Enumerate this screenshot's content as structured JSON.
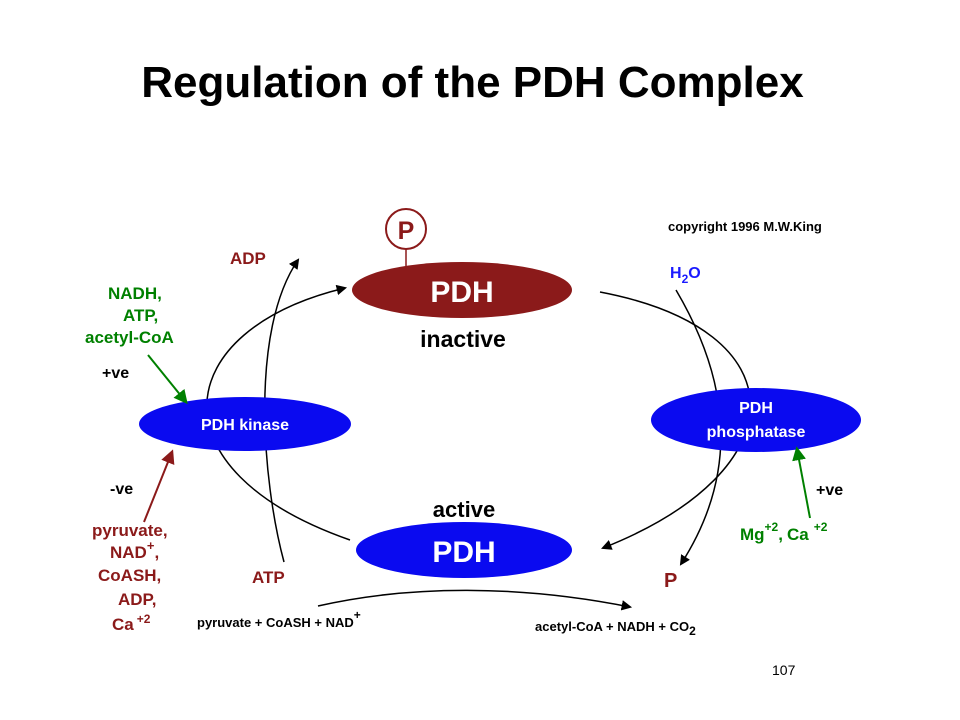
{
  "title": "Regulation of the PDH Complex",
  "slide_number": "107",
  "copyright": "copyright 1996 M.W.King",
  "colors": {
    "inactive_pdh": "#8b1a1a",
    "enzyme_blue": "#0a0af0",
    "positive_green": "#008000",
    "negative_red": "#8b1a1a",
    "label_blue": "#1a1aff",
    "arrow": "#000000"
  },
  "phospho_badge": "P",
  "inactive_pdh": {
    "label": "PDH",
    "state": "inactive"
  },
  "active_pdh": {
    "label": "PDH",
    "state": "active"
  },
  "pdh_kinase": {
    "label": "PDH kinase"
  },
  "pdh_phosphatase": {
    "label_line1": "PDH",
    "label_line2": "phosphatase"
  },
  "kinase_cofactors": {
    "in": "ATP",
    "out": "ADP"
  },
  "phosphatase_cofactors": {
    "h2o_h": "H",
    "h2o_sub": "2",
    "h2o_o": "O",
    "out": "P"
  },
  "kinase_activators": {
    "sign": "+ve",
    "lines": [
      "NADH,",
      "ATP,",
      "acetyl-CoA"
    ]
  },
  "kinase_inhibitors": {
    "sign": "-ve",
    "line1": "pyruvate,",
    "line2": "NAD",
    "line2_sup": "+",
    "line2_tail": ",",
    "line3": "CoASH,",
    "line4": "ADP,",
    "line5": "Ca",
    "line5_sup": "+2"
  },
  "phosphatase_activators": {
    "sign": "+ve",
    "mg": "Mg",
    "mg_sup": "+2",
    "sep": ",",
    "ca": "Ca",
    "ca_sup": "+2"
  },
  "reaction": {
    "substrates": "pyruvate + CoASH + NAD",
    "substrates_sup": "+",
    "products": "acetyl-CoA + NADH + CO",
    "products_sub": "2"
  }
}
